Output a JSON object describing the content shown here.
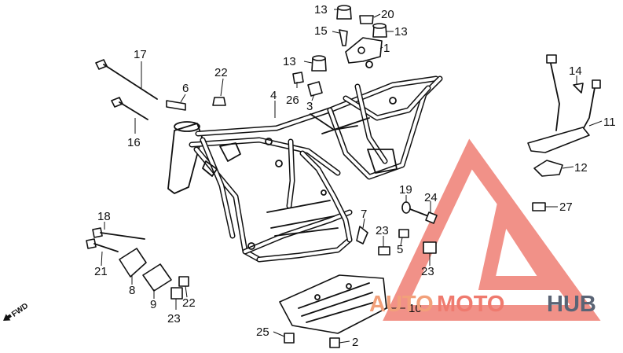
{
  "callouts": [
    {
      "id": "c13a",
      "text": "13"
    },
    {
      "id": "c20",
      "text": "20"
    },
    {
      "id": "c15",
      "text": "15"
    },
    {
      "id": "c13b",
      "text": "13"
    },
    {
      "id": "c1",
      "text": "1"
    },
    {
      "id": "c13c",
      "text": "13"
    },
    {
      "id": "c17",
      "text": "17"
    },
    {
      "id": "c22a",
      "text": "22"
    },
    {
      "id": "c6",
      "text": "6"
    },
    {
      "id": "c26",
      "text": "26"
    },
    {
      "id": "c3",
      "text": "3"
    },
    {
      "id": "c4",
      "text": "4"
    },
    {
      "id": "c16",
      "text": "16"
    },
    {
      "id": "c14",
      "text": "14"
    },
    {
      "id": "c11",
      "text": "11"
    },
    {
      "id": "c12",
      "text": "12"
    },
    {
      "id": "c19",
      "text": "19"
    },
    {
      "id": "c24",
      "text": "24"
    },
    {
      "id": "c27",
      "text": "27"
    },
    {
      "id": "c7",
      "text": "7"
    },
    {
      "id": "c18",
      "text": "18"
    },
    {
      "id": "c23a",
      "text": "23"
    },
    {
      "id": "c5",
      "text": "5"
    },
    {
      "id": "c23b",
      "text": "23"
    },
    {
      "id": "c21",
      "text": "21"
    },
    {
      "id": "c8",
      "text": "8"
    },
    {
      "id": "c9",
      "text": "9"
    },
    {
      "id": "c22b",
      "text": "22"
    },
    {
      "id": "c23c",
      "text": "23"
    },
    {
      "id": "c10",
      "text": "10"
    },
    {
      "id": "c25",
      "text": "25"
    },
    {
      "id": "c2",
      "text": "2"
    }
  ],
  "direction_label": "FWD",
  "watermark": {
    "part1": "AUTO",
    "part2": "MOTO",
    "part3": "HUB",
    "color_triangle": "#ef7a6e",
    "color_auto": "#f2a07a",
    "color_hub": "#5a6475"
  }
}
